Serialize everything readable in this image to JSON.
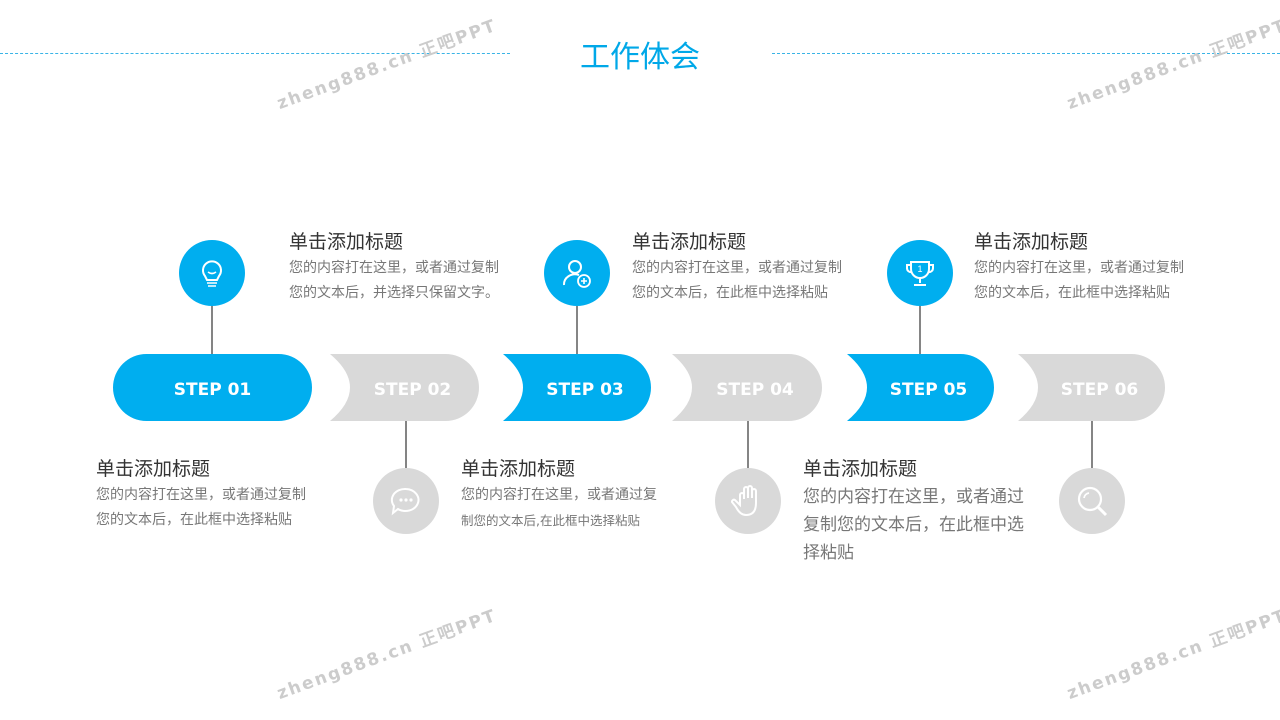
{
  "title": "工作体会",
  "watermark": "zheng888.cn 正吧PPT",
  "colors": {
    "accent": "#00aeef",
    "inactive": "#d9d9d9"
  },
  "steps": [
    {
      "label": "STEP 01",
      "active": true,
      "icon": "lightbulb-icon",
      "position": "top"
    },
    {
      "label": "STEP 02",
      "active": false,
      "icon": "chat-bubble-icon",
      "position": "bottom"
    },
    {
      "label": "STEP 03",
      "active": true,
      "icon": "user-add-icon",
      "position": "top"
    },
    {
      "label": "STEP 04",
      "active": false,
      "icon": "hand-icon",
      "position": "bottom"
    },
    {
      "label": "STEP 05",
      "active": true,
      "icon": "trophy-icon",
      "position": "top"
    },
    {
      "label": "STEP 06",
      "active": false,
      "icon": "search-icon",
      "position": "bottom"
    }
  ],
  "blocks": [
    {
      "title": "单击添加标题",
      "lines": [
        "您的内容打在这里，或者通过复制",
        "您的文本后，并选择只保留文字。"
      ]
    },
    {
      "title": "单击添加标题",
      "lines": [
        "您的内容打在这里，或者通过复制",
        "您的文本后，在此框中选择粘贴"
      ]
    },
    {
      "title": "单击添加标题",
      "lines": [
        "您的内容打在这里，或者通过复制",
        "您的文本后，在此框中选择粘贴"
      ]
    },
    {
      "title": "单击添加标题",
      "lines": [
        "您的内容打在这里，或者通过复制",
        "您的文本后，在此框中选择粘贴"
      ]
    },
    {
      "title": "单击添加标题",
      "lines": [
        "您的内容打在这里，或者通过复",
        "制您的文本后,在此框中选择粘贴"
      ]
    },
    {
      "title": "单击添加标题",
      "lines": [
        "您的内容打在这里，或者通过",
        "复制您的文本后，在此框中选",
        "择粘贴"
      ]
    }
  ]
}
